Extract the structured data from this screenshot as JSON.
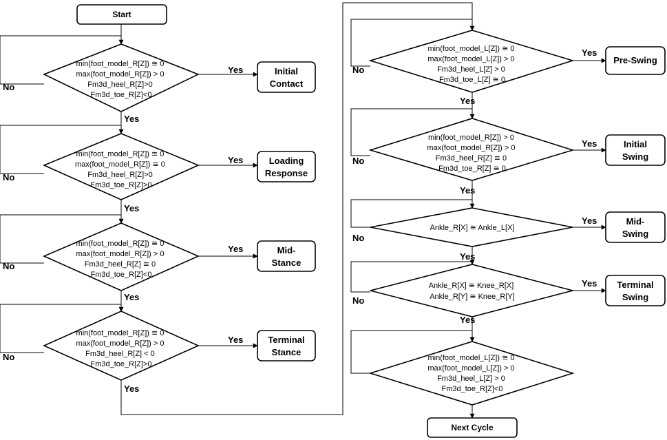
{
  "start_label": "Start",
  "end_label": "Next Cycle",
  "yes_label": "Yes",
  "no_label": "No",
  "decisions": [
    {
      "name": "initial-contact",
      "lines": [
        "min(foot_model_R[Z]) ≅ 0",
        "max(foot_model_R[Z]) > 0",
        "Fm3d_heel_R[Z]>0",
        "Fm3d_toe_R[Z]<0"
      ],
      "outcome": [
        "Initial",
        "Contact"
      ]
    },
    {
      "name": "loading-response",
      "lines": [
        "min(foot_model_R[Z]) ≅ 0",
        "max(foot_model_R[Z]) ≅ 0",
        "Fm3d_heel_R[Z]>0",
        "Fm3d_toe_R[Z]>0"
      ],
      "outcome": [
        "Loading",
        "Response"
      ]
    },
    {
      "name": "mid-stance",
      "lines": [
        "min(foot_model_R[Z]) ≅ 0",
        "max(foot_model_R[Z]) > 0",
        "Fm3d_heel_R[Z] ≅ 0",
        "Fm3d_toe_R[Z]<0"
      ],
      "outcome": [
        "Mid-",
        "Stance"
      ]
    },
    {
      "name": "terminal-stance",
      "lines": [
        "min(foot_model_R[Z]) ≅ 0",
        "max(foot_model_R[Z]) > 0",
        "Fm3d_heel_R[Z] < 0",
        "Fm3d_toe_R[Z]>0"
      ],
      "outcome": [
        "Terminal",
        "Stance"
      ]
    },
    {
      "name": "pre-swing",
      "lines": [
        "min(foot_model_L[Z]) ≅ 0",
        "max(foot_model_L[Z]) > 0",
        "Fm3d_heel_L[Z] > 0",
        "Fm3d_toe_L[Z] ≅ 0"
      ],
      "outcome": [
        "Pre-Swing"
      ]
    },
    {
      "name": "initial-swing",
      "lines": [
        "min(foot_model_R[Z]) > 0",
        "max(foot_model_R[Z]) > 0",
        "Fm3d_heel_R[Z] ≅ 0",
        "Fm3d_toe_R[Z] ≅ 0"
      ],
      "outcome": [
        "Initial",
        "Swing"
      ]
    },
    {
      "name": "mid-swing",
      "lines": [
        "Ankle_R[X] ≅ Ankle_L[X]"
      ],
      "outcome": [
        "Mid-",
        "Swing"
      ]
    },
    {
      "name": "terminal-swing",
      "lines": [
        "Ankle_R[X] ≅ Knee_R[X]",
        "Ankle_R[Y] ≅ Knee_R[Y]"
      ],
      "outcome": [
        "Terminal",
        "Swing"
      ]
    },
    {
      "name": "next-cycle",
      "lines": [
        "min(foot_model_L[Z]) ≅ 0",
        "max(foot_model_L[Z]) > 0",
        "Fm3d_heel_L[Z] > 0",
        "Fm3d_toe_R[Z]<0"
      ],
      "outcome": []
    }
  ]
}
